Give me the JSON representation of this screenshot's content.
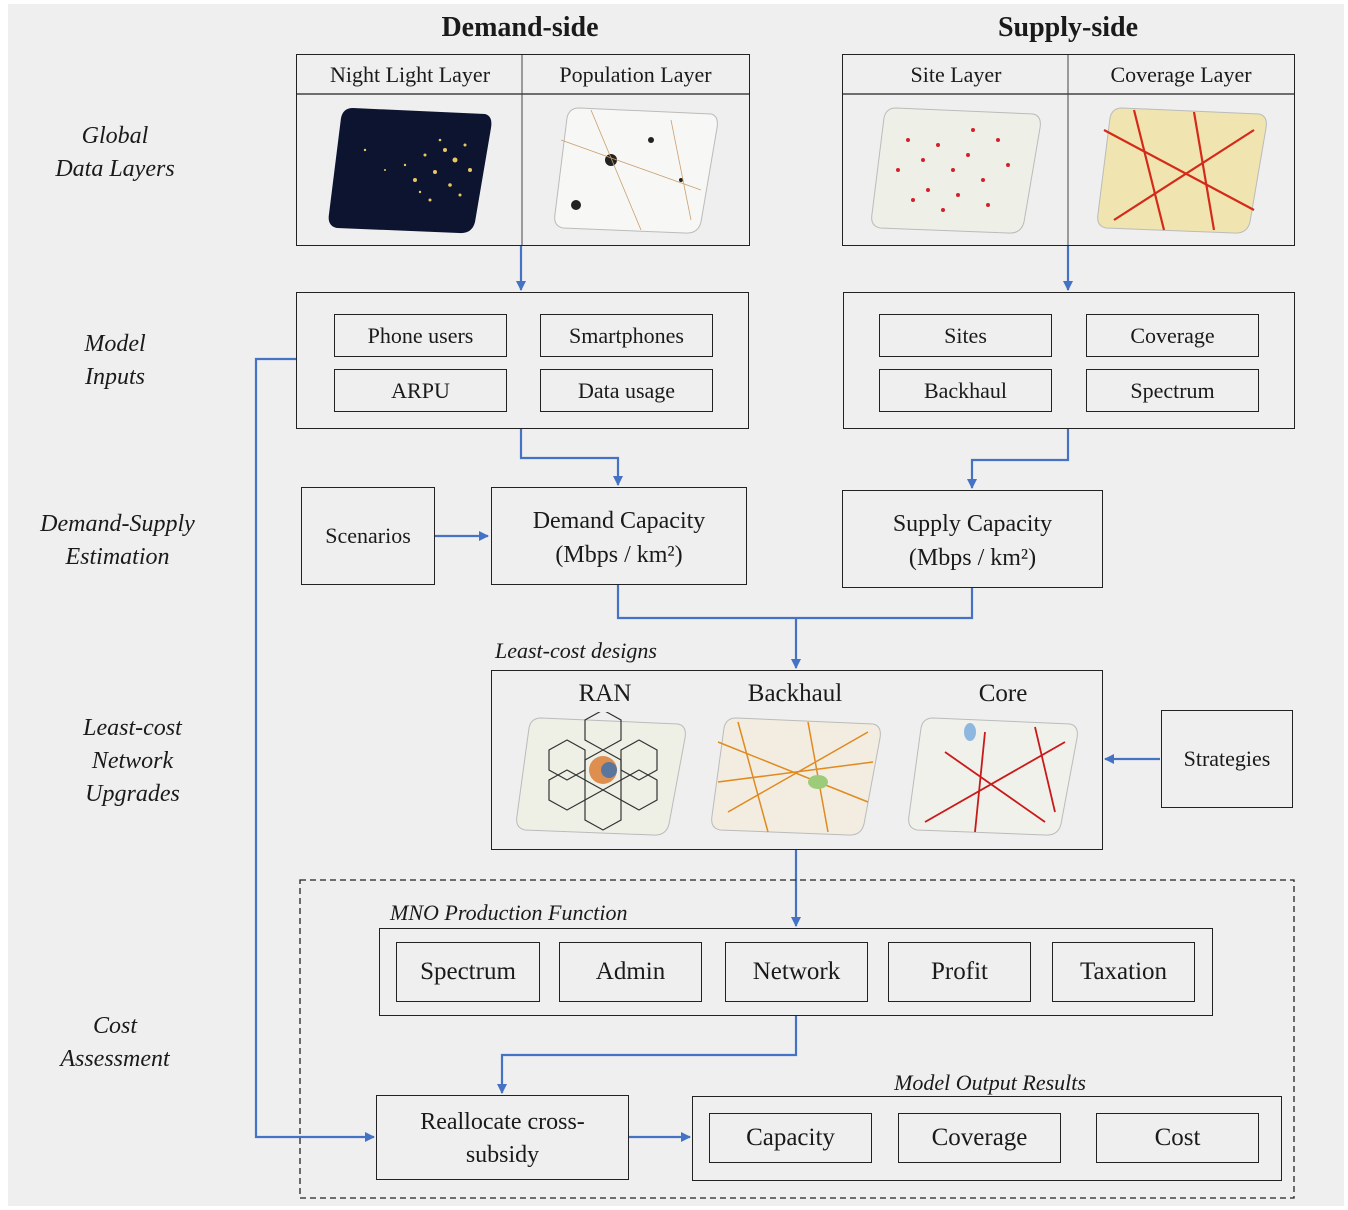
{
  "headers": {
    "demand": "Demand-side",
    "supply": "Supply-side"
  },
  "row_labels": {
    "global": [
      "Global",
      "Data Layers"
    ],
    "inputs": [
      "Model",
      "Inputs"
    ],
    "estimation": [
      "Demand-Supply",
      "Estimation"
    ],
    "upgrades": [
      "Least-cost",
      "Network",
      "Upgrades"
    ],
    "cost": [
      "Cost",
      "Assessment"
    ]
  },
  "layers": {
    "night_light": "Night Light Layer",
    "population": "Population Layer",
    "site": "Site Layer",
    "coverage": "Coverage Layer"
  },
  "demand_inputs": [
    "Phone users",
    "Smartphones",
    "ARPU",
    "Data usage"
  ],
  "supply_inputs": [
    "Sites",
    "Coverage",
    "Backhaul",
    "Spectrum"
  ],
  "scenarios": "Scenarios",
  "demand_capacity": {
    "title": "Demand Capacity",
    "unit": "(Mbps / km²)"
  },
  "supply_capacity": {
    "title": "Supply Capacity",
    "unit": "(Mbps / km²)"
  },
  "least_cost": {
    "title": "Least-cost designs",
    "items": [
      "RAN",
      "Backhaul",
      "Core"
    ]
  },
  "strategies": "Strategies",
  "mno": {
    "title": "MNO Production Function",
    "items": [
      "Spectrum",
      "Admin",
      "Network",
      "Profit",
      "Taxation"
    ]
  },
  "reallocate": [
    "Reallocate cross-",
    "subsidy"
  ],
  "outputs": {
    "title": "Model Output Results",
    "items": [
      "Capacity",
      "Coverage",
      "Cost"
    ]
  },
  "colors": {
    "arrow": "#4472c4",
    "border": "#222222",
    "background": "#efefef"
  }
}
